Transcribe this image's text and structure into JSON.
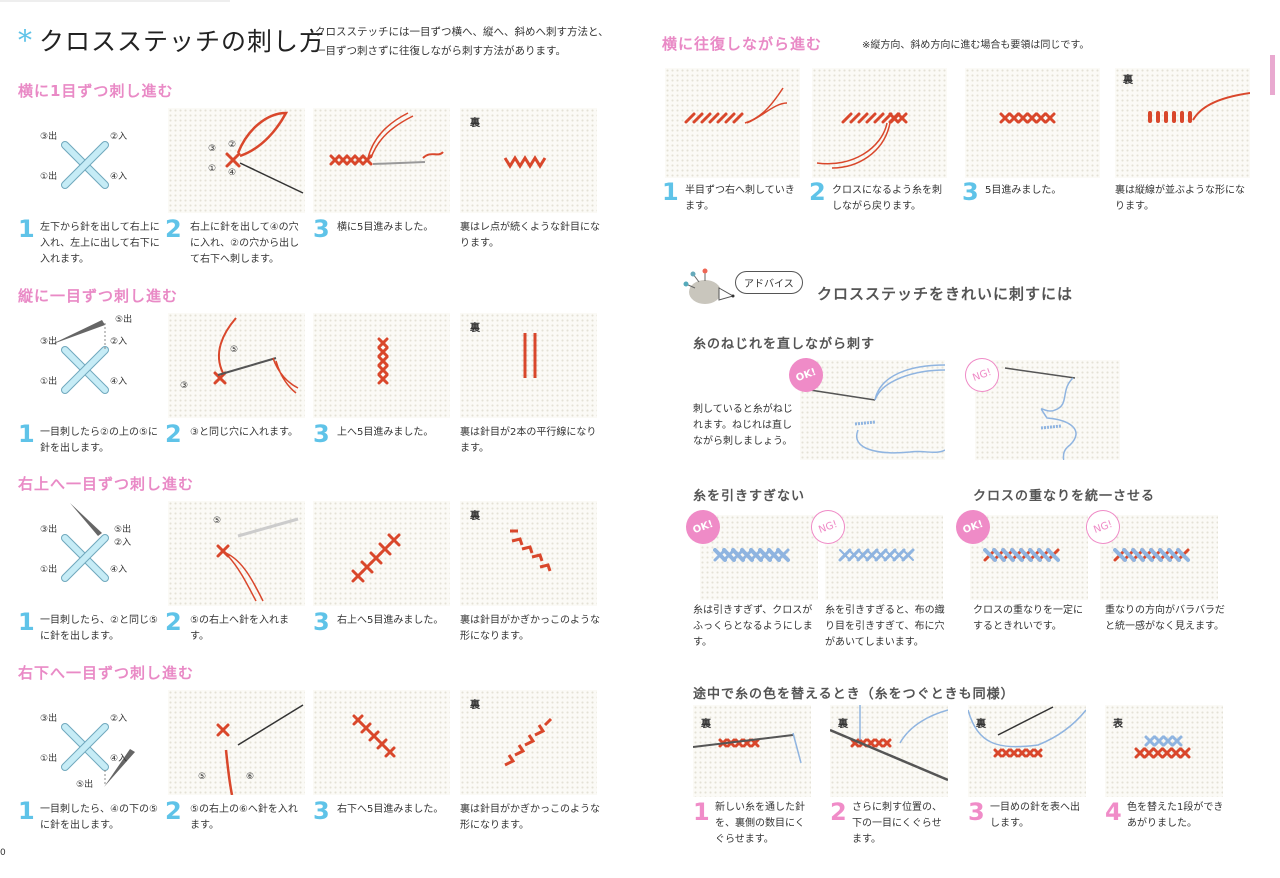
{
  "left": {
    "title_mark": "*",
    "title": "クロスステッチの刺し方",
    "intro": [
      "クロスステッチには一目ずつ横へ、縦へ、斜めへ刺す方法と、",
      "一目ずつ刺さずに往復しながら刺す方法があります。"
    ],
    "page_number": "0",
    "sections": [
      {
        "heading": "横に1目ずつ刺し進む",
        "diagram_labels": [
          "③出",
          "②入",
          "①出",
          "④入"
        ],
        "photo_labels": [
          "③",
          "②",
          "①",
          "④"
        ],
        "back_label": "裏",
        "steps": [
          {
            "num": "1",
            "text": "左下から針を出して右上に入れ、左上に出して右下に入れます。"
          },
          {
            "num": "2",
            "text": "右上に針を出して④の穴に入れ、②の穴から出して右下へ刺します。"
          },
          {
            "num": "3",
            "text": "横に5目進みました。"
          },
          {
            "num": "",
            "text": "裏はレ点が続くような針目になります。"
          }
        ]
      },
      {
        "heading": "縦に一目ずつ刺し進む",
        "diagram_labels": [
          "③出",
          "②入",
          "①出",
          "④入",
          "⑤出"
        ],
        "photo_labels": [
          "⑤",
          "③"
        ],
        "back_label": "裏",
        "steps": [
          {
            "num": "1",
            "text": "一目刺したら②の上の⑤に針を出します。"
          },
          {
            "num": "2",
            "text": "③と同じ穴に入れます。"
          },
          {
            "num": "3",
            "text": "上へ5目進みました。"
          },
          {
            "num": "",
            "text": "裏は針目が2本の平行線になります。"
          }
        ]
      },
      {
        "heading": "右上へ一目ずつ刺し進む",
        "diagram_labels": [
          "③出",
          "②入",
          "①出",
          "④入",
          "⑤出"
        ],
        "photo_labels": [
          "⑤"
        ],
        "back_label": "裏",
        "steps": [
          {
            "num": "1",
            "text": "一目刺したら、②と同じ⑤に針を出します。"
          },
          {
            "num": "2",
            "text": "⑤の右上へ針を入れます。"
          },
          {
            "num": "3",
            "text": "右上へ5目進みました。"
          },
          {
            "num": "",
            "text": "裏は針目がかぎかっこのような形になります。"
          }
        ]
      },
      {
        "heading": "右下へ一目ずつ刺し進む",
        "diagram_labels": [
          "③出",
          "②入",
          "①出",
          "④入",
          "⑤出"
        ],
        "photo_labels": [
          "⑤",
          "⑥"
        ],
        "back_label": "裏",
        "steps": [
          {
            "num": "1",
            "text": "一目刺したら、④の下の⑤に針を出します。"
          },
          {
            "num": "2",
            "text": "⑤の右上の⑥へ針を入れます。"
          },
          {
            "num": "3",
            "text": "右下へ5目進みました。"
          },
          {
            "num": "",
            "text": "裏は針目がかぎかっこのような形になります。"
          }
        ]
      }
    ]
  },
  "right": {
    "heading": "横に往復しながら進む",
    "note": "※縦方向、斜め方向に進む場合も要領は同じです。",
    "back_label": "裏",
    "steps": [
      {
        "num": "1",
        "text": "半目ずつ右へ刺していきます。"
      },
      {
        "num": "2",
        "text": "クロスになるよう糸を刺しながら戻ります。"
      },
      {
        "num": "3",
        "text": "5目進みました。"
      },
      {
        "num": "",
        "text": "裏は縦線が並ぶような形になります。"
      }
    ],
    "advice": {
      "bubble": "アドバイス",
      "title": "クロスステッチをきれいに刺すには",
      "twist": {
        "heading": "糸のねじれを直しながら刺す",
        "text": "刺していると糸がねじれます。ねじれは直しながら刺しましょう。",
        "ok": "OK!",
        "ng": "NG!"
      },
      "pull": {
        "heading": "糸を引きすぎない",
        "ok": "OK!",
        "ng": "NG!",
        "ok_text": "糸は引きすぎず、クロスがふっくらとなるようにします。",
        "ng_text": "糸を引きすぎると、布の織り目を引きすぎて、布に穴があいてしまいます。"
      },
      "overlap": {
        "heading": "クロスの重なりを統一させる",
        "ok": "OK!",
        "ng": "NG!",
        "ok_text": "クロスの重なりを一定にするときれいです。",
        "ng_text": "重なりの方向がバラバラだと統一感がなく見えます。"
      },
      "change": {
        "heading": "途中で糸の色を替えるとき（糸をつぐときも同様）",
        "photo_labels": [
          "裏",
          "裏",
          "裏",
          "表"
        ],
        "steps": [
          {
            "num": "1",
            "text": "新しい糸を通した針を、裏側の数目にくぐらせます。"
          },
          {
            "num": "2",
            "text": "さらに刺す位置の、下の一目にくぐらせます。"
          },
          {
            "num": "3",
            "text": "一目めの針を表へ出します。"
          },
          {
            "num": "4",
            "text": "色を替えた1段ができあがりました。"
          }
        ]
      }
    }
  },
  "colors": {
    "heading_pink": "#e98ac6",
    "step_blue": "#5fc3e8",
    "step_pink": "#f08cc8",
    "thread_red": "#d9472b",
    "thread_blue": "#8fb4e0",
    "diagram_blue": "#bfe6f2"
  }
}
